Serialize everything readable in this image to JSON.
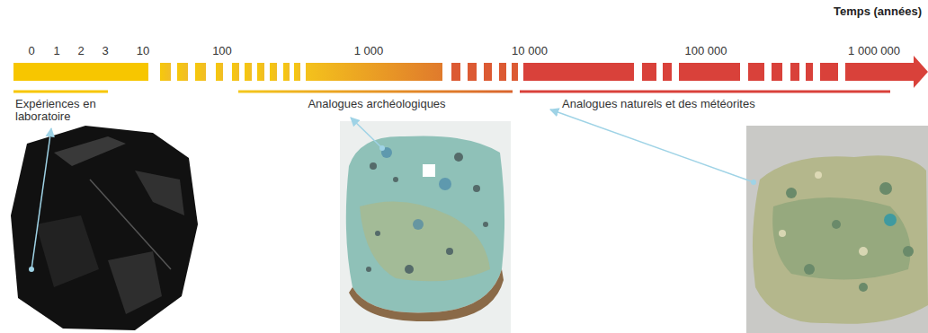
{
  "diagram": {
    "labels": [
      "Temps (années)",
      "0",
      "1",
      "2",
      "3",
      "10",
      "100",
      "1 000",
      "10 000",
      "100 000",
      "1 000 000",
      "Expériences en laboratoire",
      "Analogues archéologiques",
      "Analogues naturels et des météorites"
    ]
  }
}
